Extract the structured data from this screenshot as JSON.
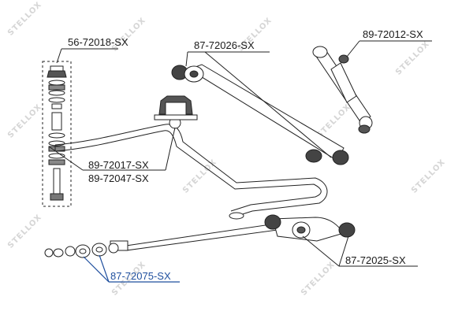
{
  "watermark": {
    "brand": "STELLOX"
  },
  "parts": [
    {
      "id": "p1",
      "label": "56-72018-SX"
    },
    {
      "id": "p2",
      "label": "87-72026-SX"
    },
    {
      "id": "p3",
      "label": "89-72012-SX"
    },
    {
      "id": "p4",
      "label": "89-72017-SX"
    },
    {
      "id": "p5",
      "label": "89-72047-SX"
    },
    {
      "id": "p6",
      "label": "87-72025-SX"
    },
    {
      "id": "p7",
      "label": "87-72075-SX",
      "highlighted": true
    }
  ],
  "colors": {
    "line": "#222222",
    "fill_rubber": "#4a4a4a",
    "fill_light": "#ffffff",
    "highlight": "#1f4f9e",
    "watermark": "#d6d6d6"
  }
}
